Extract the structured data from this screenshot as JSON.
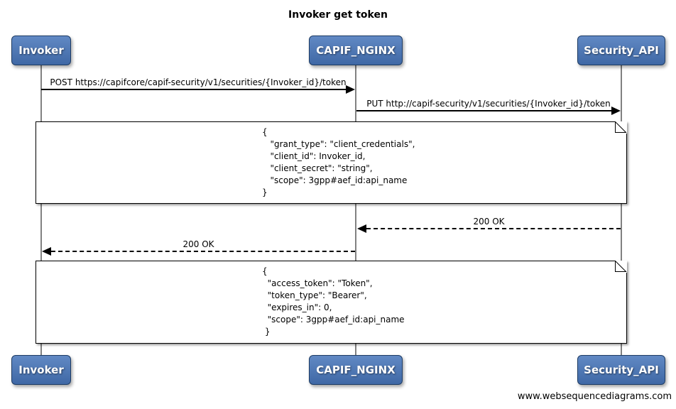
{
  "title": "Invoker get token",
  "footer": "www.websequencediagrams.com",
  "actors": [
    {
      "name": "Invoker"
    },
    {
      "name": "CAPIF_NGINX"
    },
    {
      "name": "Security_API"
    }
  ],
  "messages": [
    {
      "label": "POST https://capifcore/capif-security/v1/securities/{Invoker_id}/token",
      "from": "Invoker",
      "to": "CAPIF_NGINX",
      "line": "solid"
    },
    {
      "label": "PUT http://capif-security/v1/securities/{Invoker_id}/token",
      "from": "CAPIF_NGINX",
      "to": "Security_API",
      "line": "solid"
    },
    {
      "label": "200 OK",
      "from": "Security_API",
      "to": "CAPIF_NGINX",
      "line": "dashed"
    },
    {
      "label": "200 OK",
      "from": "CAPIF_NGINX",
      "to": "Invoker",
      "line": "dashed"
    }
  ],
  "notes": [
    {
      "text": "{\n   \"grant_type\": \"client_credentials\",\n   \"client_id\": Invoker_id,\n   \"client_secret\": \"string\",\n   \"scope\": 3gpp#aef_id:api_name\n}"
    },
    {
      "text": "{\n  \"access_token\": \"Token\",\n  \"token_type\": \"Bearer\",\n  \"expires_in\": 0,\n  \"scope\": 3gpp#aef_id:api_name\n }"
    }
  ],
  "colors": {
    "actor_gradient_top": "#6189c4",
    "actor_gradient_bottom": "#3f68a5",
    "actor_border": "#1e3c64",
    "actor_text": "#ffffff",
    "lifeline": "#818181",
    "line": "#000000",
    "note_bg": "#ffffff",
    "note_border": "#000000"
  }
}
